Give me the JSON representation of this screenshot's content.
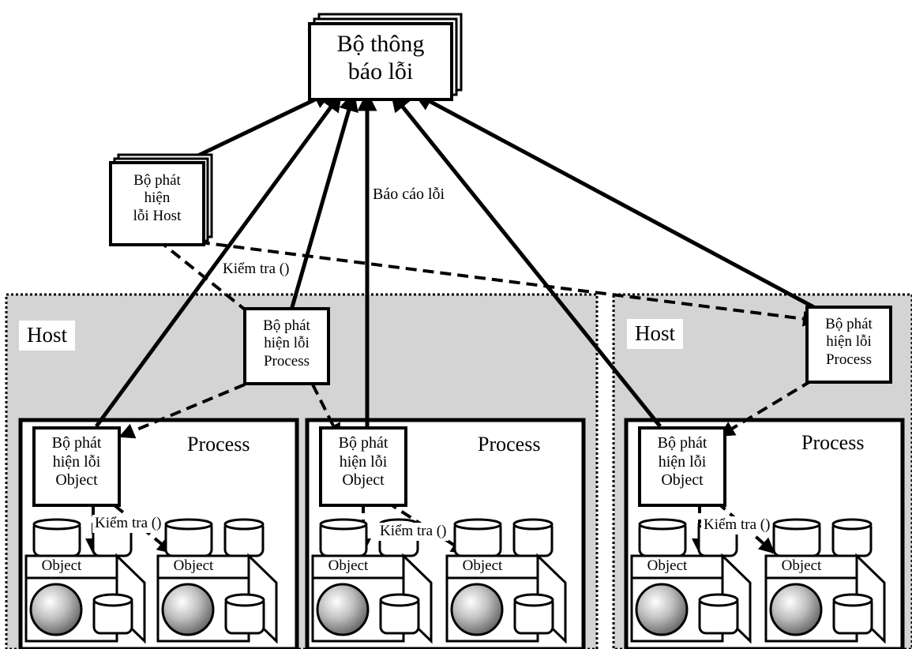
{
  "notifier": {
    "label_line1": "Bộ thông",
    "label_line2": "báo lỗi"
  },
  "host_detector": {
    "line1": "Bộ phát",
    "line2": "hiện",
    "line3": "lỗi Host"
  },
  "edge_labels": {
    "check_top": "Kiểm tra ()",
    "report": "Báo cáo lỗi",
    "check": "Kiểm tra ()"
  },
  "host_label": "Host",
  "process_label": "Process",
  "process_detector": {
    "line1": "Bộ phát",
    "line2": "hiện lỗi",
    "line3": "Process"
  },
  "object_detector": {
    "line1": "Bộ phát",
    "line2": "hiện lỗi",
    "line3": "Object"
  },
  "object_label": "Object",
  "colors": {
    "host_fill": "#d4d4d4",
    "line": "#000000",
    "box_fill": "#ffffff"
  }
}
